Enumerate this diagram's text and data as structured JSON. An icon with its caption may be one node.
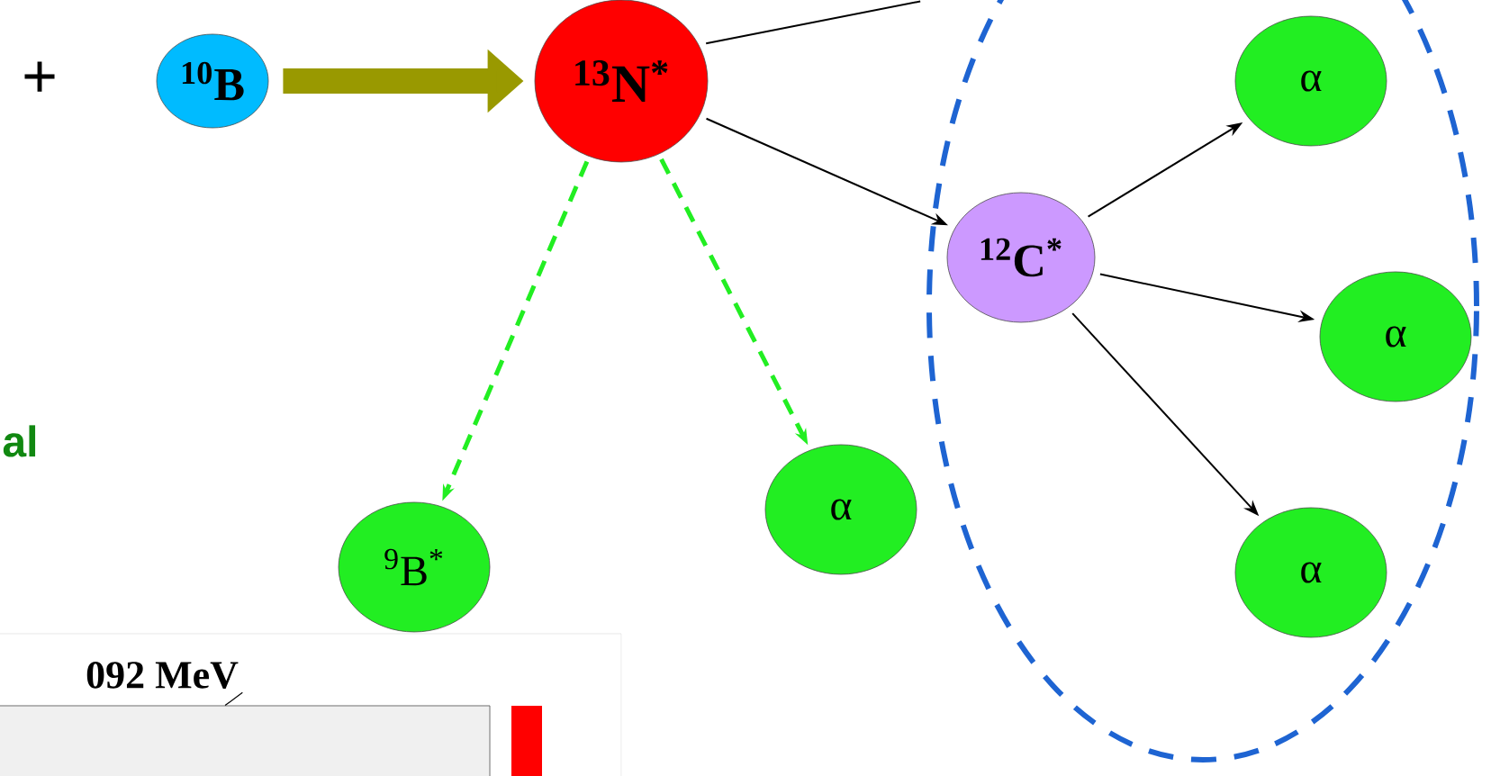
{
  "diagram": {
    "nodes": [
      {
        "text": [
          "$^{10}$B"
        ]
      },
      {
        "text": [
          "$^{13}$N$^{*}$"
        ]
      },
      {
        "text": [],
        "shape": "ellipse"
      },
      {
        "text": [
          "$^{12}$C$^{*}$"
        ],
        "in": 2
      },
      {
        "text": [
          "α"
        ],
        "in": 2
      },
      {
        "text": [
          "α"
        ],
        "in": 2
      },
      {
        "text": [
          "α"
        ],
        "in": 2
      },
      {
        "text": [
          "α"
        ]
      },
      {
        "text": [
          "$^{9}$B$^{*}$"
        ]
      },
      {
        "text": [
          "092 MeV"
        ]
      },
      {
        "text": [],
        "shape": "box"
      }
    ],
    "edges": [
      {
        "from": 0,
        "to": 1,
        "arrow": "to",
        "style": "thick",
        "color": "#999900"
      },
      {
        "from": 1,
        "to": null,
        "arrow": "none"
      },
      {
        "from": 1,
        "to": 3,
        "arrow": "to"
      },
      {
        "from": 1,
        "to": 8,
        "arrow": "to",
        "style": "dashed",
        "color": "#22ee22"
      },
      {
        "from": 1,
        "to": 7,
        "arrow": "to",
        "style": "dashed",
        "color": "#22ee22"
      },
      {
        "from": 3,
        "to": 4,
        "arrow": "to"
      },
      {
        "from": 3,
        "to": 5,
        "arrow": "to"
      },
      {
        "from": 3,
        "to": 6,
        "arrow": "to"
      },
      {
        "from": 9,
        "to": 10,
        "arrow": "none"
      }
    ],
    "labels": [
      "+",
      "al"
    ]
  }
}
